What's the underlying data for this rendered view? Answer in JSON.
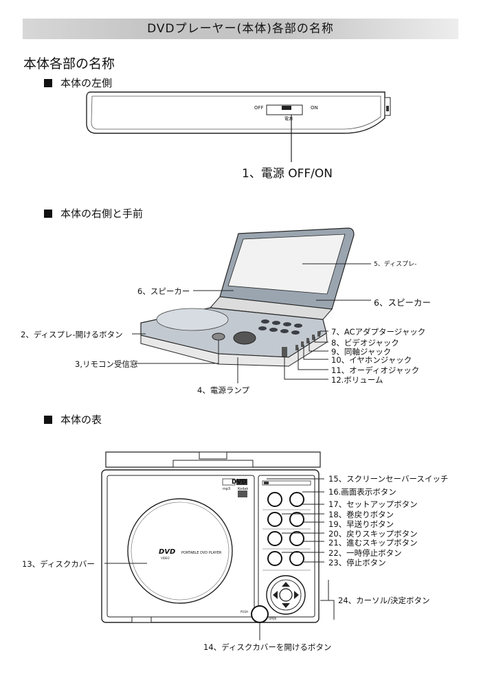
{
  "banner_title": "DVDプレーヤー(本体)各部の名称",
  "heading": "本体各部の名称",
  "sections": {
    "left": "本体の左側",
    "right": "本体の右側と手前",
    "front": "本体の表"
  },
  "left_device": {
    "off": "OFF",
    "on": "ON",
    "power_small": "電源"
  },
  "labels": {
    "l1": "1、電源 OFF/ON",
    "l2": "2、ディスプレ-開けるボタン",
    "l3": "3,リモコン受信窓",
    "l4": "4、電源ランプ",
    "l5": "5、ディスプレ-",
    "l6a": "6、スピーカー",
    "l6b": "6、スピーカー",
    "l7": "7、ACアダプタージャック",
    "l8": "8、ビデオジャック",
    "l9": "9、同軸ジャック",
    "l10": "10、イヤホンジャック",
    "l11": "11、オーディオジャック",
    "l12": "12.ボリューム",
    "l13": "13、ディスクカバー",
    "l14": "14、ディスクカバーを開けるボタン",
    "l15": "15、スクリーンセーバースイッチ",
    "l16": "16.画面表示ボタン",
    "l17": "17、セットアップボタン",
    "l18": "18、巻戻りボタン",
    "l19": "19、早送りボタン",
    "l20": "20、戻りスキップボタン",
    "l21": "21、進むスキップボタン",
    "l22": "22、一時停止ボタン",
    "l23": "23、停止ボタン",
    "l24": "24、カーソル/決定ボタン"
  },
  "front_device": {
    "dvd_logo": "DVD",
    "dvd_sub": "VIDEO",
    "portable": "PORTABLE DVD PLAYER",
    "mp3": "mp3",
    "kodak": "Kodak",
    "push": "PUSH",
    "open": "OPEN"
  }
}
